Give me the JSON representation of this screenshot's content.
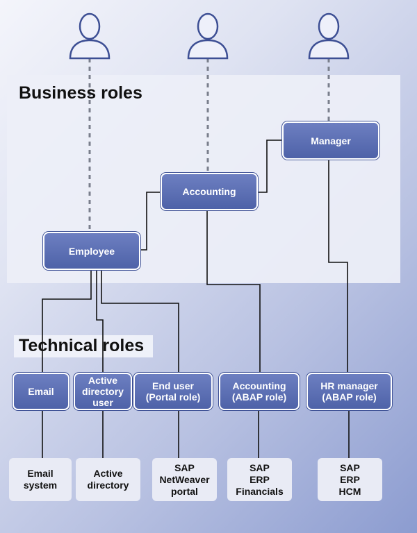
{
  "sections": {
    "business_title": "Business roles",
    "technical_title": "Technical roles"
  },
  "business_roles": {
    "manager": "Manager",
    "accounting": "Accounting",
    "employee": "Employee"
  },
  "technical_roles": {
    "email": "Email",
    "active_directory_user": "Active\ndirectory\nuser",
    "end_user_portal": "End user\n(Portal role)",
    "accounting_abap": "Accounting\n(ABAP role)",
    "hr_manager_abap": "HR manager\n(ABAP role)"
  },
  "systems": {
    "email_system": "Email\nsystem",
    "active_directory": "Active\ndirectory",
    "sap_netweaver_portal": "SAP\nNetWeaver\nportal",
    "sap_erp_financials": "SAP\nERP\nFinancials",
    "sap_erp_hcm": "SAP\nERP\nHCM"
  },
  "colors": {
    "role_fill": "#5a6db3",
    "role_border": "#ffffff",
    "system_fill": "#e9ebf5",
    "icon_fill": "#eef0fa",
    "icon_stroke": "#3d4f94",
    "connector": "#111111",
    "dashed_connector": "#7a7f8c"
  },
  "icons": {
    "user": "user-icon"
  }
}
